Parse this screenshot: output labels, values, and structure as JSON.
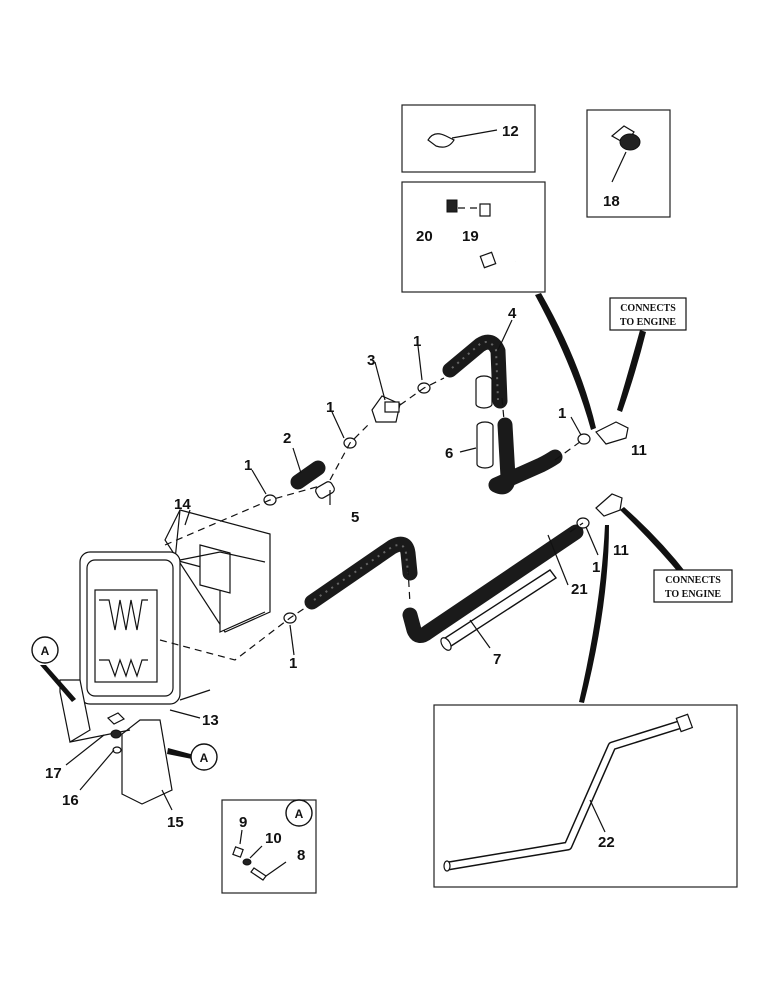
{
  "callouts": {
    "n1a": "1",
    "n1b": "1",
    "n1c": "1",
    "n1d": "1",
    "n1e": "1",
    "n1f": "1",
    "n2": "2",
    "n3": "3",
    "n4": "4",
    "n5": "5",
    "n6": "6",
    "n7": "7",
    "n8": "8",
    "n9": "9",
    "n10": "10",
    "n11a": "11",
    "n11b": "11",
    "n12": "12",
    "n13": "13",
    "n14": "14",
    "n15": "15",
    "n16": "16",
    "n17": "17",
    "n18": "18",
    "n19": "19",
    "n20": "20",
    "n21": "21",
    "n22": "22"
  },
  "notes": {
    "connects_line1": "CONNECTS",
    "connects_line2": "TO ENGINE"
  },
  "ref_markers": {
    "a1": "A",
    "a2": "A",
    "a3": "A"
  }
}
